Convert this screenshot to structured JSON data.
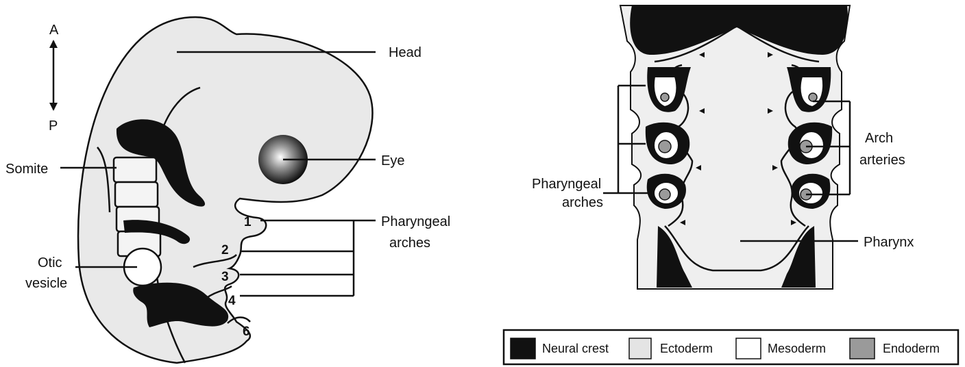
{
  "embryo": {
    "axis": {
      "anterior": "A",
      "posterior": "P"
    },
    "labels": {
      "head": "Head",
      "eye": "Eye",
      "somite": "Somite",
      "pharyngeal_1": "Pharyngeal",
      "pharyngeal_2": "arches",
      "otic_1": "Otic",
      "otic_2": "vesicle"
    },
    "arch_numbers": [
      "1",
      "2",
      "3",
      "4",
      "6"
    ]
  },
  "section": {
    "labels": {
      "pharyngeal_1": "Pharyngeal",
      "pharyngeal_2": "arches",
      "arch_arteries_1": "Arch",
      "arch_arteries_2": "arteries",
      "pharynx": "Pharynx"
    }
  },
  "legend": {
    "items": [
      {
        "label": "Neural crest",
        "color": "#111111"
      },
      {
        "label": "Ectoderm",
        "color": "#e4e4e4"
      },
      {
        "label": "Mesoderm",
        "color": "#ffffff"
      },
      {
        "label": "Endoderm",
        "color": "#9a9a9a"
      }
    ]
  },
  "colors": {
    "neural_crest": "#111111",
    "ectoderm": "#e4e4e4",
    "mesoderm": "#ffffff",
    "endoderm": "#9a9a9a"
  }
}
